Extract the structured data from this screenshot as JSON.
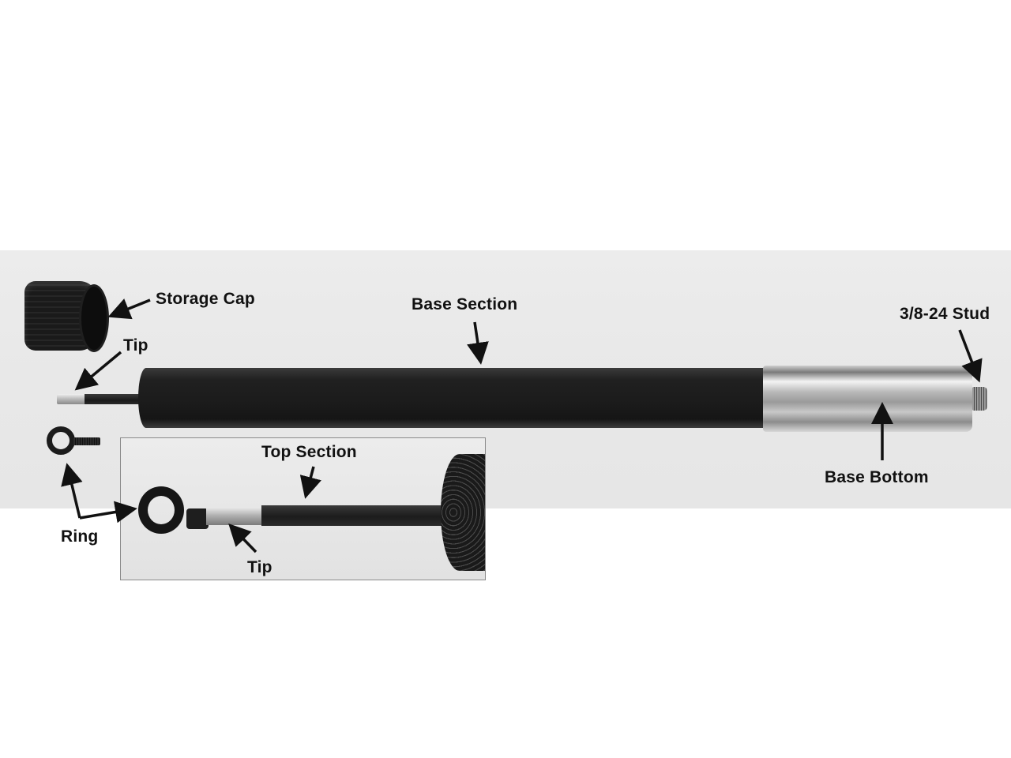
{
  "figure": {
    "type": "labeled-product-photo",
    "subject": "multi-section rod assembly",
    "colors": {
      "page_background": "#ffffff",
      "photo_background": "#e8e8e8",
      "label_text": "#111111",
      "arrow": "#111111",
      "tube_black": "#1b1b1b",
      "metal_silver": "#b8b8b8",
      "inset_border": "#8a8a8a"
    }
  },
  "labels": {
    "storage_cap": "Storage Cap",
    "tip_main": "Tip",
    "base_section": "Base Section",
    "stud": "3/8-24 Stud",
    "base_bottom": "Base Bottom",
    "top_section": "Top Section",
    "ring": "Ring",
    "tip_inset": "Tip"
  },
  "parts": [
    {
      "id": "storage-cap",
      "label": "Storage Cap"
    },
    {
      "id": "tip",
      "label": "Tip"
    },
    {
      "id": "base-section",
      "label": "Base Section"
    },
    {
      "id": "base-bottom",
      "label": "Base Bottom"
    },
    {
      "id": "stud",
      "label": "3/8-24 Stud"
    },
    {
      "id": "ring",
      "label": "Ring"
    },
    {
      "id": "top-section",
      "label": "Top Section"
    }
  ]
}
